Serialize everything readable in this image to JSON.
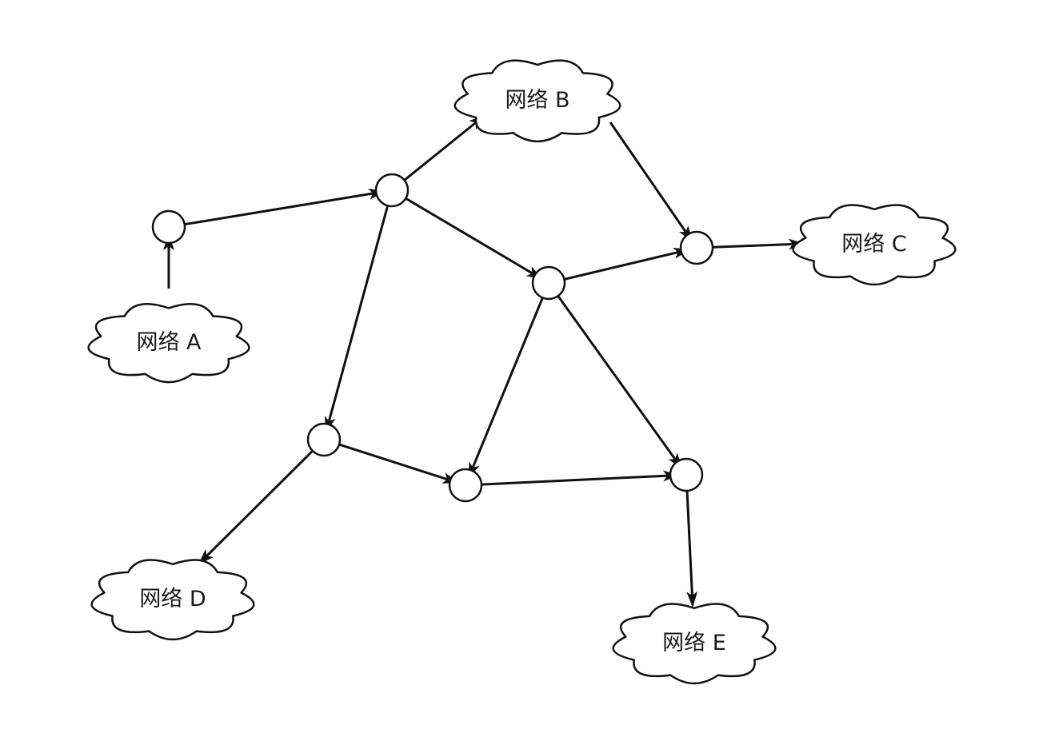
{
  "diagram": {
    "type": "network-topology",
    "clouds": [
      {
        "id": "A",
        "label": "网络 A"
      },
      {
        "id": "B",
        "label": "网络 B"
      },
      {
        "id": "C",
        "label": "网络 C"
      },
      {
        "id": "D",
        "label": "网络 D"
      },
      {
        "id": "E",
        "label": "网络 E"
      }
    ],
    "routers": [
      "r1",
      "r2",
      "r3",
      "r4",
      "r5",
      "r6",
      "r7"
    ],
    "edges": [
      {
        "from": "A",
        "to": "r1"
      },
      {
        "from": "r1",
        "to": "r2"
      },
      {
        "from": "r2",
        "to": "B"
      },
      {
        "from": "B",
        "to": "r3"
      },
      {
        "from": "r3",
        "to": "C"
      },
      {
        "from": "r2",
        "to": "r4"
      },
      {
        "from": "r4",
        "to": "r3"
      },
      {
        "from": "r2",
        "to": "r5"
      },
      {
        "from": "r5",
        "to": "D"
      },
      {
        "from": "r5",
        "to": "r6"
      },
      {
        "from": "r4",
        "to": "r6"
      },
      {
        "from": "r4",
        "to": "r7"
      },
      {
        "from": "r6",
        "to": "r7"
      },
      {
        "from": "r7",
        "to": "E"
      }
    ],
    "colors": {
      "stroke": "#111111",
      "fill": "#ffffff",
      "background": "#ffffff"
    }
  }
}
